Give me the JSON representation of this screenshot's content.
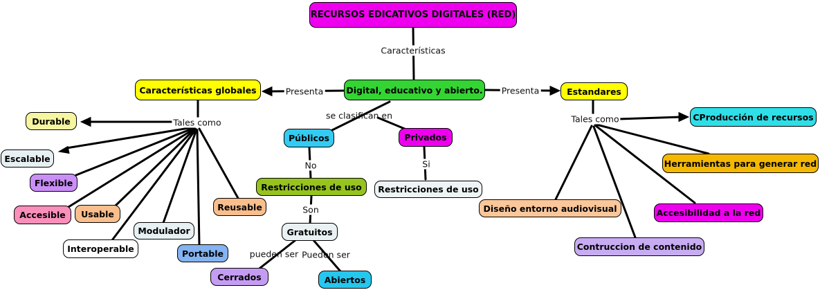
{
  "title": {
    "label": "RECURSOS EDICATIVOS DIGITALES (RED)",
    "color": "#EE00EE"
  },
  "center": {
    "label": "Digital, educativo y abierto.",
    "color": "#33D433"
  },
  "connectors": {
    "caracteristicas": "Características",
    "presenta_left": "Presenta",
    "presenta_right": "Presenta",
    "tales_como_left": "Tales como",
    "tales_como_right": "Tales como",
    "se_clasifican": "se clasifican en",
    "no": "No",
    "si": "Si",
    "son": "Son",
    "pueden_ser_1": "pueden ser",
    "pueden_ser_2": "Pueden ser"
  },
  "left": {
    "header": {
      "label": "Características globales",
      "color": "#FFFF00"
    },
    "items": {
      "durable": {
        "label": "Durable",
        "color": "#F6F6A0"
      },
      "escalable": {
        "label": "Escalable",
        "color": "#E7F0F2"
      },
      "flexible": {
        "label": "Flexible",
        "color": "#C98FF5"
      },
      "accesible": {
        "label": "Accesible",
        "color": "#F98FBB"
      },
      "usable": {
        "label": "Usable",
        "color": "#F9BE8C"
      },
      "modulador": {
        "label": "Modulador",
        "color": "#E7F0F2"
      },
      "interoperable": {
        "label": "Interoperable",
        "color": "#FFFFFF"
      },
      "portable": {
        "label": "Portable",
        "color": "#84B3F2"
      },
      "reusable": {
        "label": "Reusable",
        "color": "#F9BE8C"
      }
    }
  },
  "clasificacion": {
    "publicos": {
      "label": "Públicos",
      "color": "#33CBF2"
    },
    "privados": {
      "label": "Privados",
      "color": "#EE00EE"
    },
    "restricciones_no": {
      "label": "Restricciones de uso",
      "color": "#96C31E"
    },
    "restricciones_si": {
      "label": "Restricciones de uso",
      "color": "#EEF4F5"
    },
    "gratuitos": {
      "label": "Gratuitos",
      "color": "#EAF1F2"
    },
    "cerrados": {
      "label": "Cerrados",
      "color": "#C59CF3"
    },
    "abiertos": {
      "label": "Abiertos",
      "color": "#25C7EE"
    }
  },
  "right": {
    "header": {
      "label": "Estandares",
      "color": "#FFFF00"
    },
    "items": {
      "cproduccion": {
        "label": "CProducción de recursos",
        "color": "#2EDFE8"
      },
      "herramientas": {
        "label": "Herramientas para generar red",
        "color": "#F5B800"
      },
      "accesibilidad": {
        "label": "Accesibilidad a la red",
        "color": "#EE00EE"
      },
      "diseno": {
        "label": "Diseño entorno audiovisual",
        "color": "#FAC79B"
      },
      "contruccion": {
        "label": "Contruccion de contenido",
        "color": "#C8ACF2"
      }
    }
  }
}
